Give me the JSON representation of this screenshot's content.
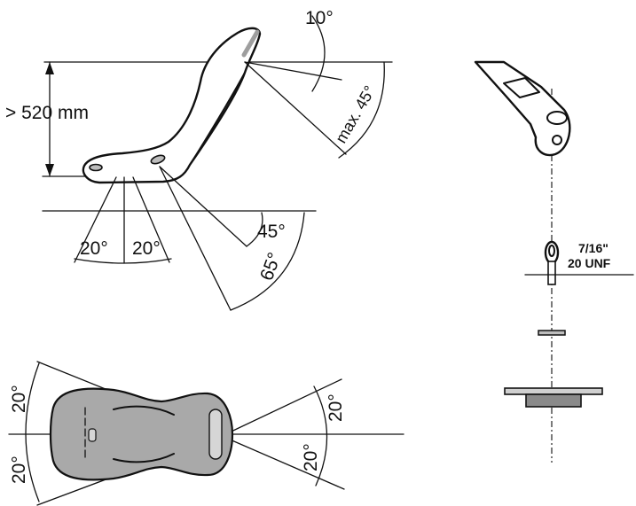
{
  "labels": {
    "height": "> 520 mm",
    "backrest_tilt": "10°",
    "backrest_max": "max. 45°",
    "belt_left": "20°",
    "belt_right": "20°",
    "belt_45": "45°",
    "belt_65": "65°",
    "thread_size": "7/16\"",
    "thread_type": "20 UNF",
    "top_left": "20°",
    "bottom_left": "20°",
    "top_right": "20°",
    "bottom_right": "20°"
  }
}
